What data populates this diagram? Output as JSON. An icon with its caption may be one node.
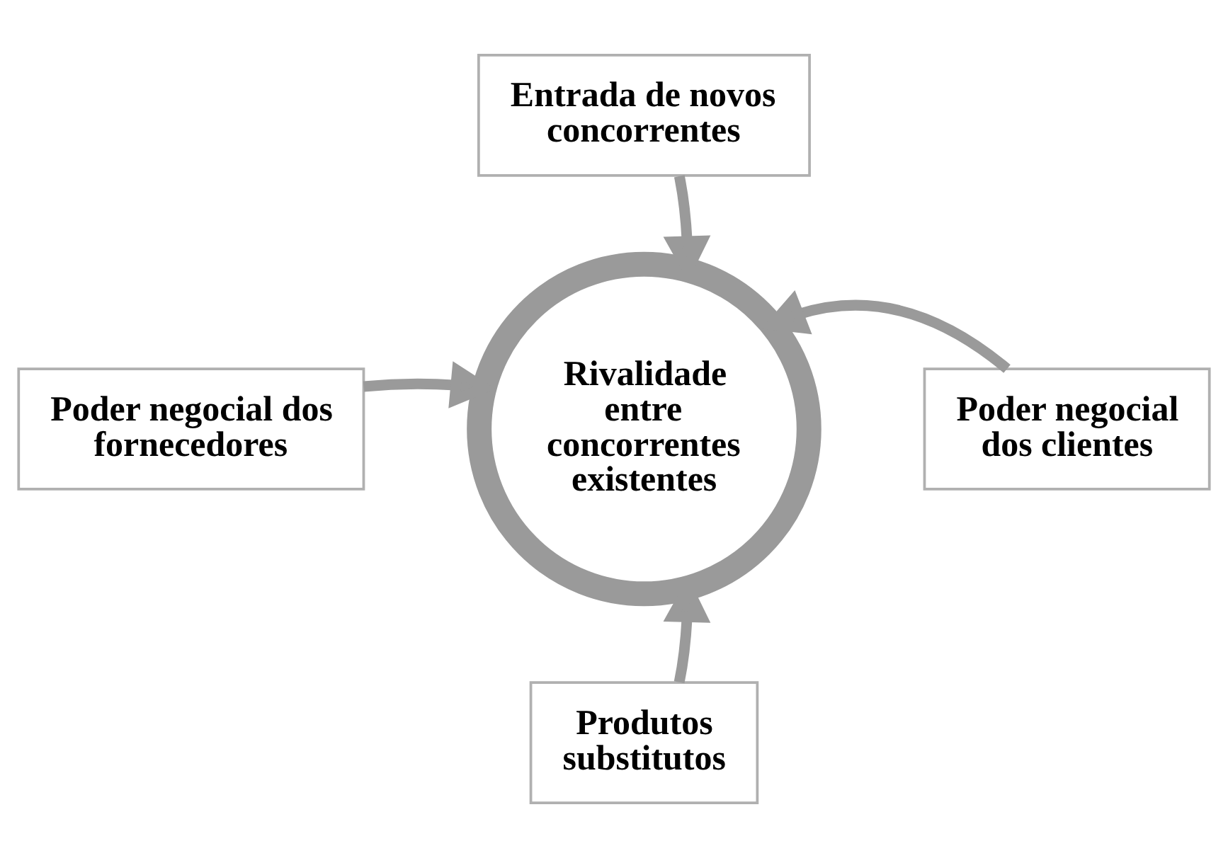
{
  "diagram": {
    "nodes": [
      {
        "text": [
          "Entrada de novos concorrentes"
        ]
      },
      {
        "text": [
          "Poder negocial dos fornecedores"
        ]
      },
      {
        "text": [
          "Rivalidade entre concorrentes existentes"
        ]
      },
      {
        "text": [
          "Poder negocial dos clientes"
        ]
      },
      {
        "text": [
          "Produtos substitutos"
        ]
      }
    ],
    "edges": [
      {
        "from": 0,
        "to": 2,
        "arrow": "to"
      },
      {
        "from": 1,
        "to": 2,
        "arrow": "to"
      },
      {
        "from": 3,
        "to": 2,
        "arrow": "to"
      },
      {
        "from": 4,
        "to": 2,
        "arrow": "to"
      }
    ]
  }
}
